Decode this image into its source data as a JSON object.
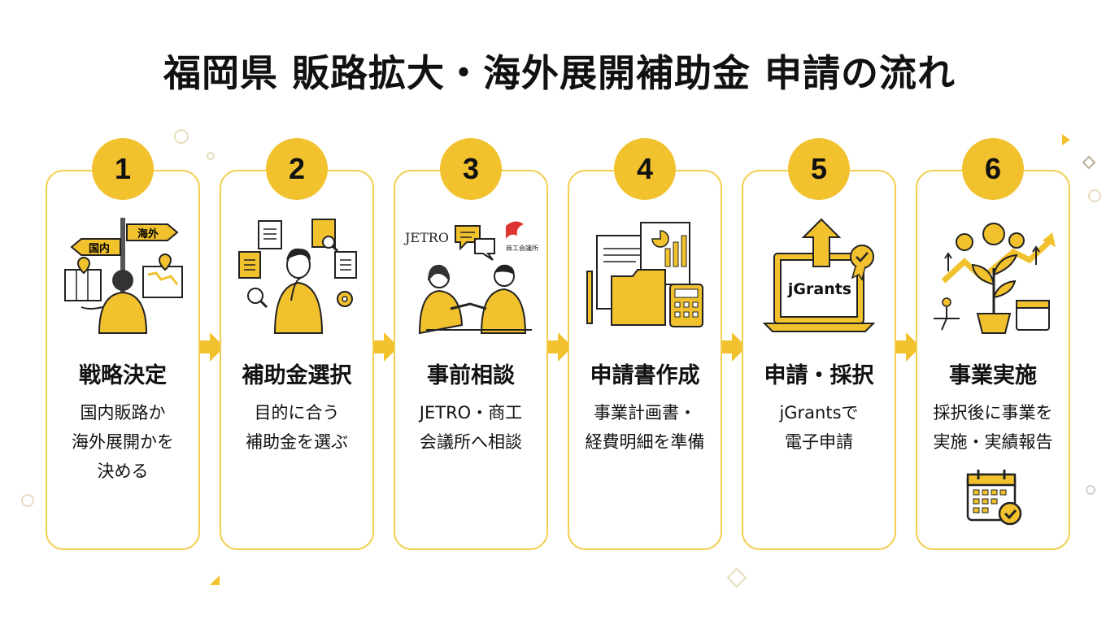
{
  "title": "福岡県 販路拡大・海外展開補助金 申請の流れ",
  "accent": "#f2c12e",
  "border": "#f2cd4f",
  "steps": [
    {
      "number": "1",
      "title": "戦略決定",
      "desc": "国内販路か\n海外展開かを\n決める",
      "icon": "signpost-strategy-icon",
      "labels": [
        "国内",
        "海外"
      ]
    },
    {
      "number": "2",
      "title": "補助金選択",
      "desc": "目的に合う\n補助金を選ぶ",
      "icon": "thinking-person-icon",
      "labels": []
    },
    {
      "number": "3",
      "title": "事前相談",
      "desc": "JETRO・商工\n会議所へ相談",
      "icon": "consultation-handshake-icon",
      "labels": [
        "JETRO",
        "商工会議所"
      ]
    },
    {
      "number": "4",
      "title": "申請書作成",
      "desc": "事業計画書・\n経費明細を準備",
      "icon": "documents-calculator-icon",
      "labels": []
    },
    {
      "number": "5",
      "title": "申請・採択",
      "desc": "jGrantsで\n電子申請",
      "icon": "laptop-upload-icon",
      "labels": [
        "jGrants"
      ]
    },
    {
      "number": "6",
      "title": "事業実施",
      "desc": "採択後に事業を\n実施・実績報告",
      "icon": "growth-plant-icon",
      "labels": []
    }
  ]
}
